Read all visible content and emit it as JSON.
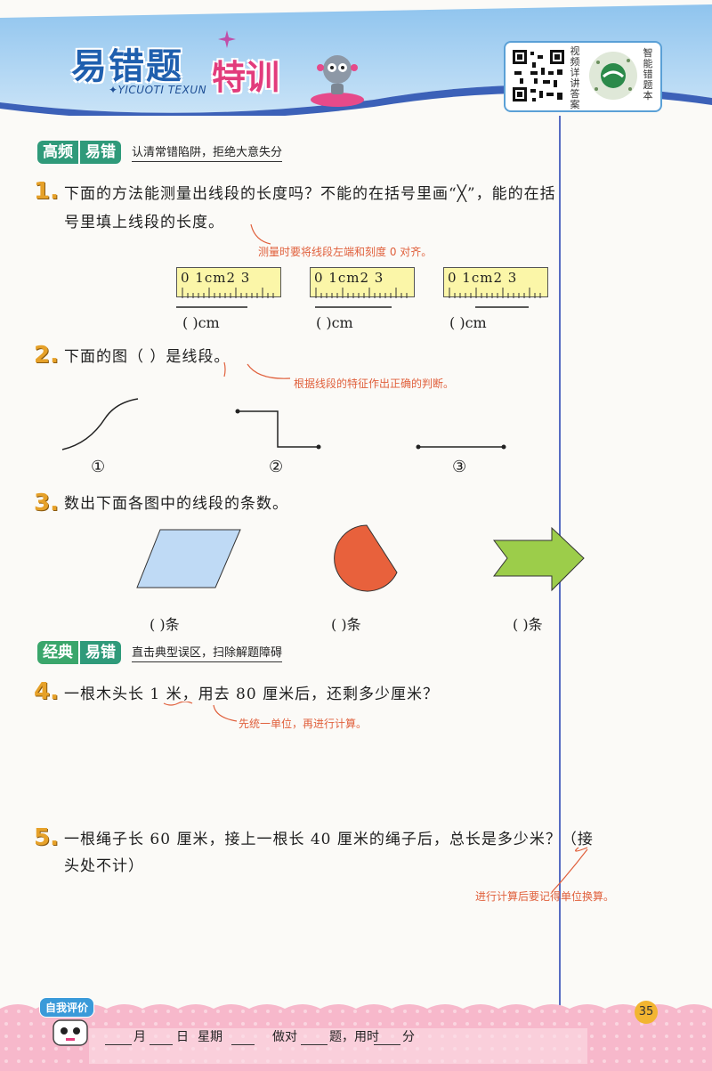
{
  "header": {
    "title_main": "易错题",
    "title_accent": "特训",
    "title_sub": "✦YICUOTI TEXUN",
    "qr_left_caption": "视频详讲答案",
    "qr_right_caption": "智能错题本"
  },
  "sections": {
    "high": {
      "tag_a": "高频",
      "tag_b": "易错",
      "desc": "认清常错陷阱，拒绝大意失分"
    },
    "classic": {
      "tag_a": "经典",
      "tag_b": "易错",
      "desc": "直击典型误区，扫除解题障碍"
    }
  },
  "q1": {
    "num": "1.",
    "line1": "下面的方法能测量出线段的长度吗？不能的在括号里画“╳”，能的在括",
    "line2": "号里填上线段的长度。",
    "hint": "测量时要将线段左端和刻度 0 对齐。",
    "ruler_label": "0 1cm2  3",
    "answers": [
      "(      )cm",
      "(      )cm",
      "(      )cm"
    ]
  },
  "q2": {
    "num": "2.",
    "text": "下面的图（    ）是线段。",
    "hint": "根据线段的特征作出正确的判断。",
    "labels": [
      "①",
      "②",
      "③"
    ]
  },
  "q3": {
    "num": "3.",
    "text": "数出下面各图中的线段的条数。",
    "answers": [
      "(      )条",
      "(      )条",
      "(      )条"
    ],
    "colors": {
      "rhombus": "#bfdaf5",
      "sector": "#e8613c",
      "arrow": "#9ccd4a"
    }
  },
  "q4": {
    "num": "4.",
    "text": "一根木头长 1 米，用去 80 厘米后，还剩多少厘米？",
    "hint": "先统一单位，再进行计算。"
  },
  "q5": {
    "num": "5.",
    "line1": "一根绳子长 60 厘米，接上一根长 40 厘米的绳子后，总长是多少米？（接",
    "line2": "头处不计）",
    "hint": "进行计算后要记得单位换算。"
  },
  "footer": {
    "self_eval": "自我评价",
    "page_number": "35",
    "month": "月",
    "day": "日",
    "weekday": "星期",
    "correct": "做对",
    "questions": "题，用时",
    "minutes": "分"
  }
}
